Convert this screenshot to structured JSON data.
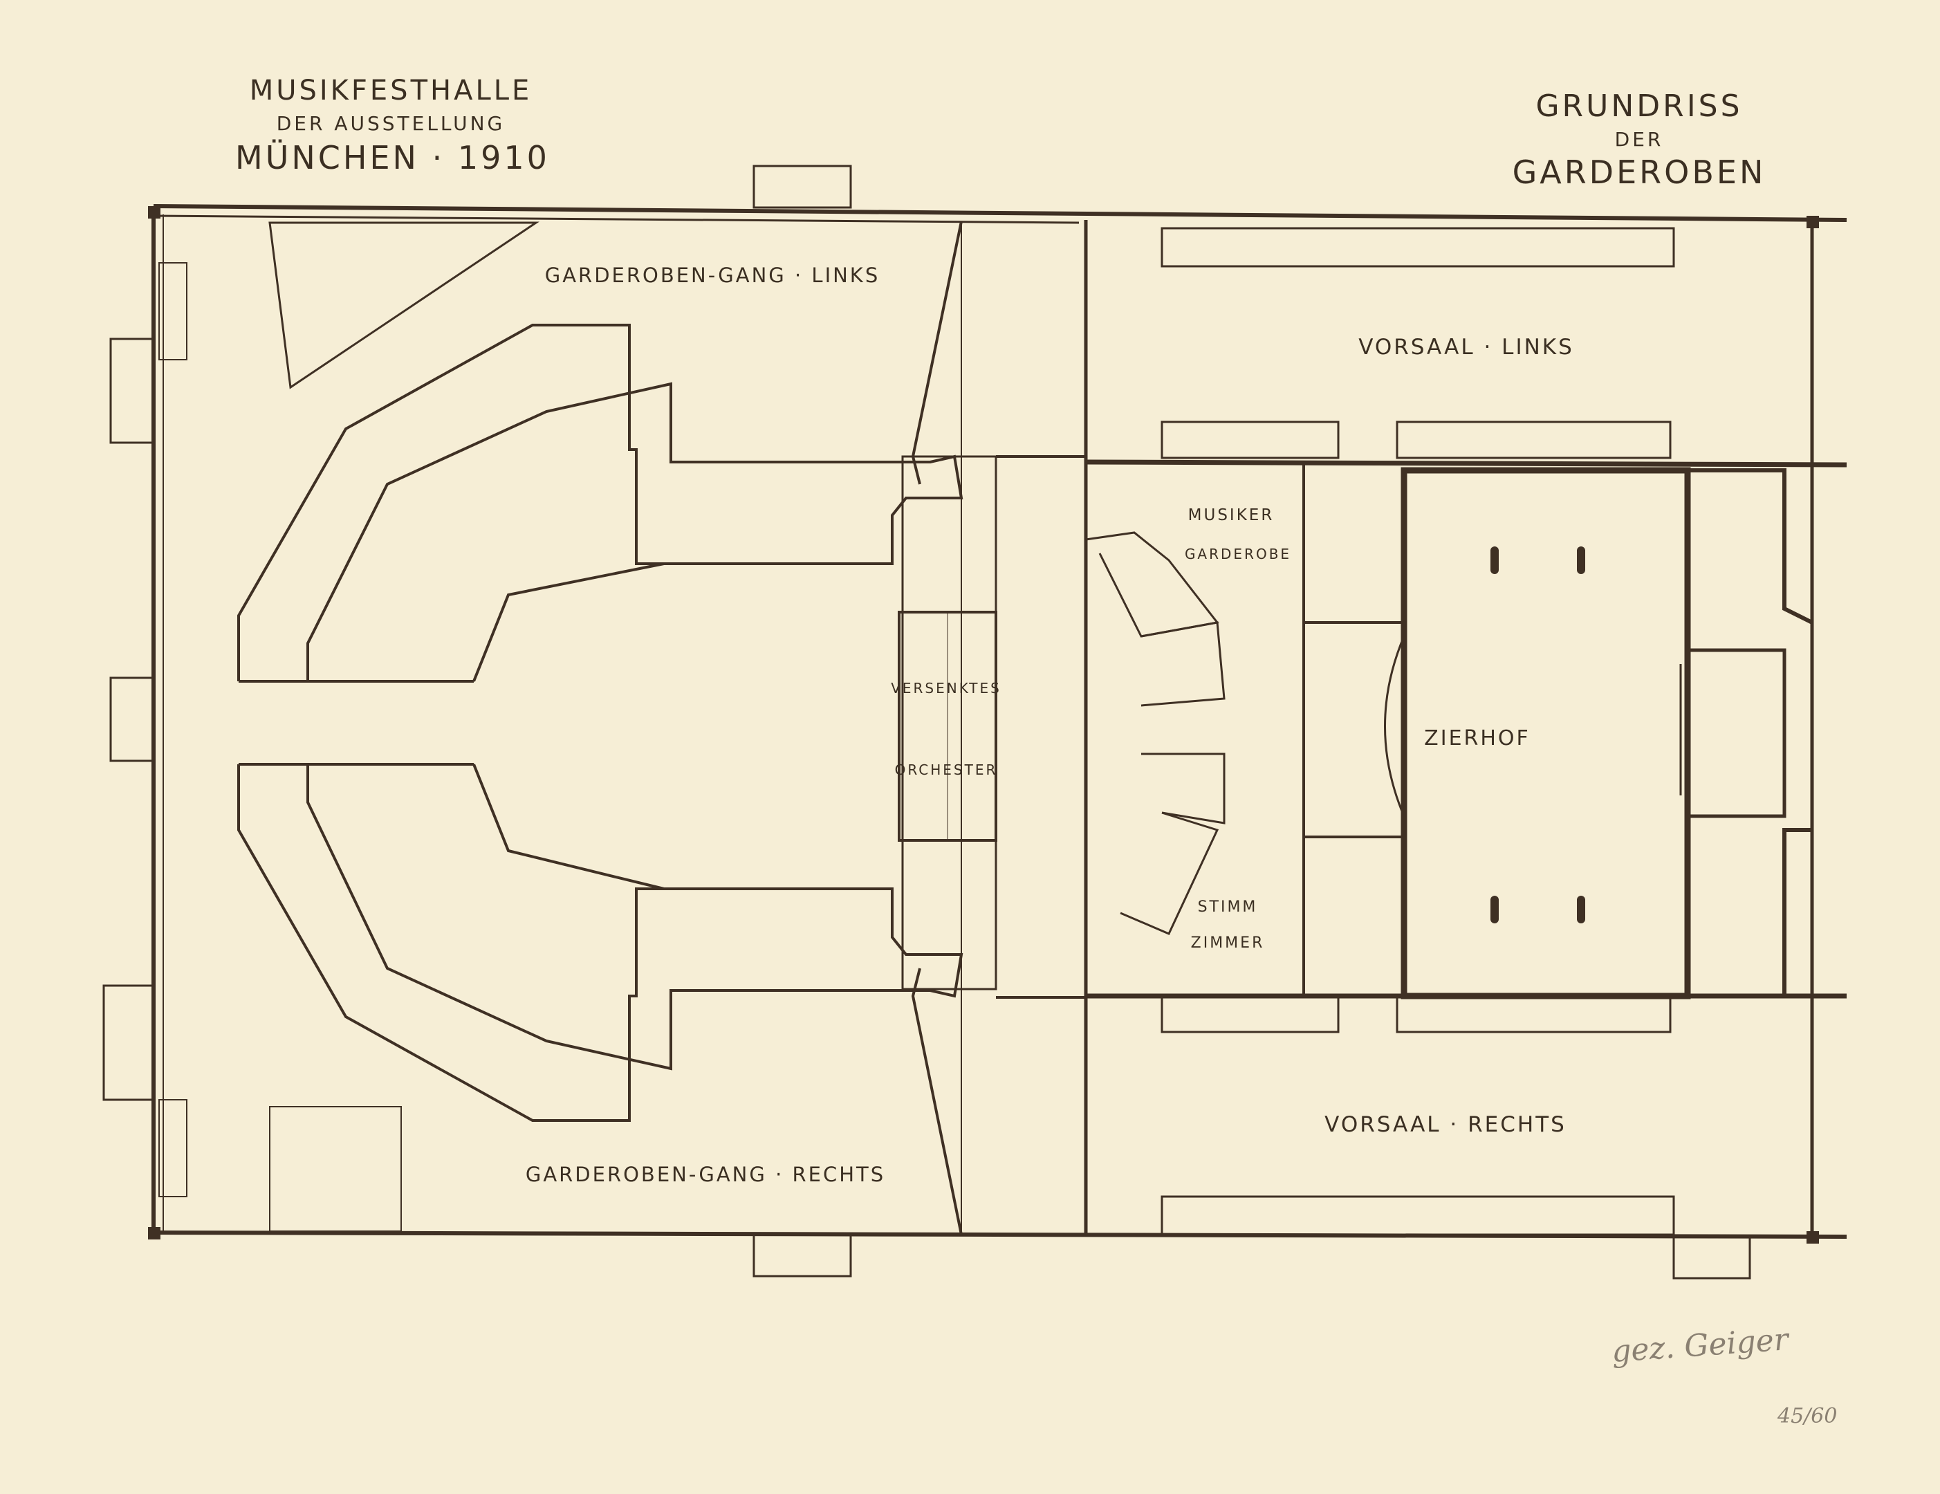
{
  "sheet": {
    "title_left": {
      "line1": "MUSIKFESTHALLE",
      "line2": "DER AUSSTELLUNG",
      "line3": "MÜNCHEN · 1910"
    },
    "title_right": {
      "line1": "GRUNDRISS",
      "line2": "DER",
      "line3": "GARDEROBEN"
    },
    "signature": "gez. Geiger",
    "sheet_number": "45/60"
  },
  "rooms": {
    "garderoben_gang_links": "GARDEROBEN-GANG · LINKS",
    "garderoben_gang_rechts": "GARDEROBEN-GANG · RECHTS",
    "vorsaal_links": "VORSAAL · LINKS",
    "vorsaal_rechts": "VORSAAL · RECHTS",
    "orchester_1": "VERSENKTES",
    "orchester_2": "ORCHESTER",
    "musiker_1": "MUSIKER",
    "musiker_2": "GARDEROBE",
    "stimm_1": "STIMM",
    "stimm_2": "ZIMMER",
    "zierhof": "ZIERHOF"
  },
  "colors": {
    "ink": "#3f3024",
    "paper": "#f6eed6"
  }
}
